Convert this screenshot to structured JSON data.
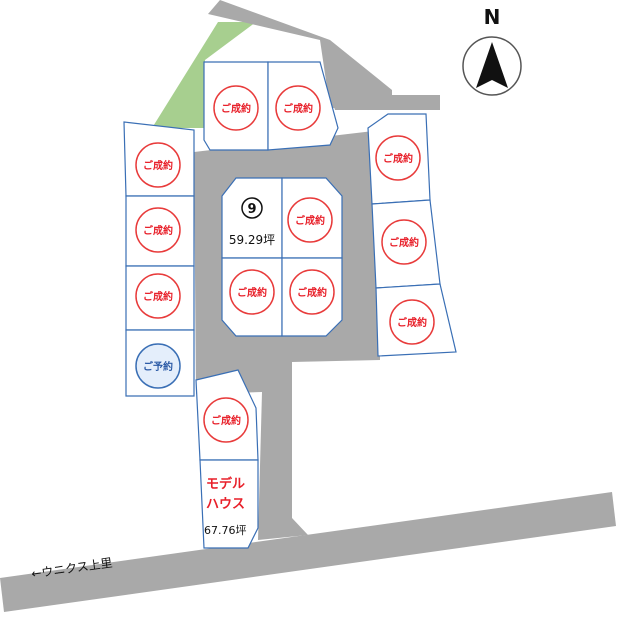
{
  "north_label": "N",
  "road_label": "←ウニクス上里",
  "sold_label": "ご成約",
  "reserved_label": "ご予約",
  "featured_lot": {
    "number": "9",
    "area": "59.29坪"
  },
  "model_house": {
    "line1": "モデル",
    "line2": "ハウス",
    "area": "67.76坪"
  },
  "lots": [
    {
      "id": "top-left",
      "status": "sold"
    },
    {
      "id": "top-right",
      "status": "sold"
    },
    {
      "id": "left-1",
      "status": "sold"
    },
    {
      "id": "left-2",
      "status": "sold"
    },
    {
      "id": "left-3",
      "status": "sold"
    },
    {
      "id": "left-4",
      "status": "reserved"
    },
    {
      "id": "center-9",
      "status": "available"
    },
    {
      "id": "center-ne",
      "status": "sold"
    },
    {
      "id": "center-sw",
      "status": "sold"
    },
    {
      "id": "center-se",
      "status": "sold"
    },
    {
      "id": "right-1",
      "status": "sold"
    },
    {
      "id": "right-2",
      "status": "sold"
    },
    {
      "id": "right-3",
      "status": "sold"
    },
    {
      "id": "bottom-left-1",
      "status": "sold"
    },
    {
      "id": "model-house",
      "status": "model"
    }
  ],
  "colors": {
    "road": "#a9a9a9",
    "park": "#a7cf8f",
    "lot_border": "#3a6fb5",
    "sold": "#e8202a",
    "reserved": "#2b5aa6",
    "model_text": "#e8202a"
  }
}
